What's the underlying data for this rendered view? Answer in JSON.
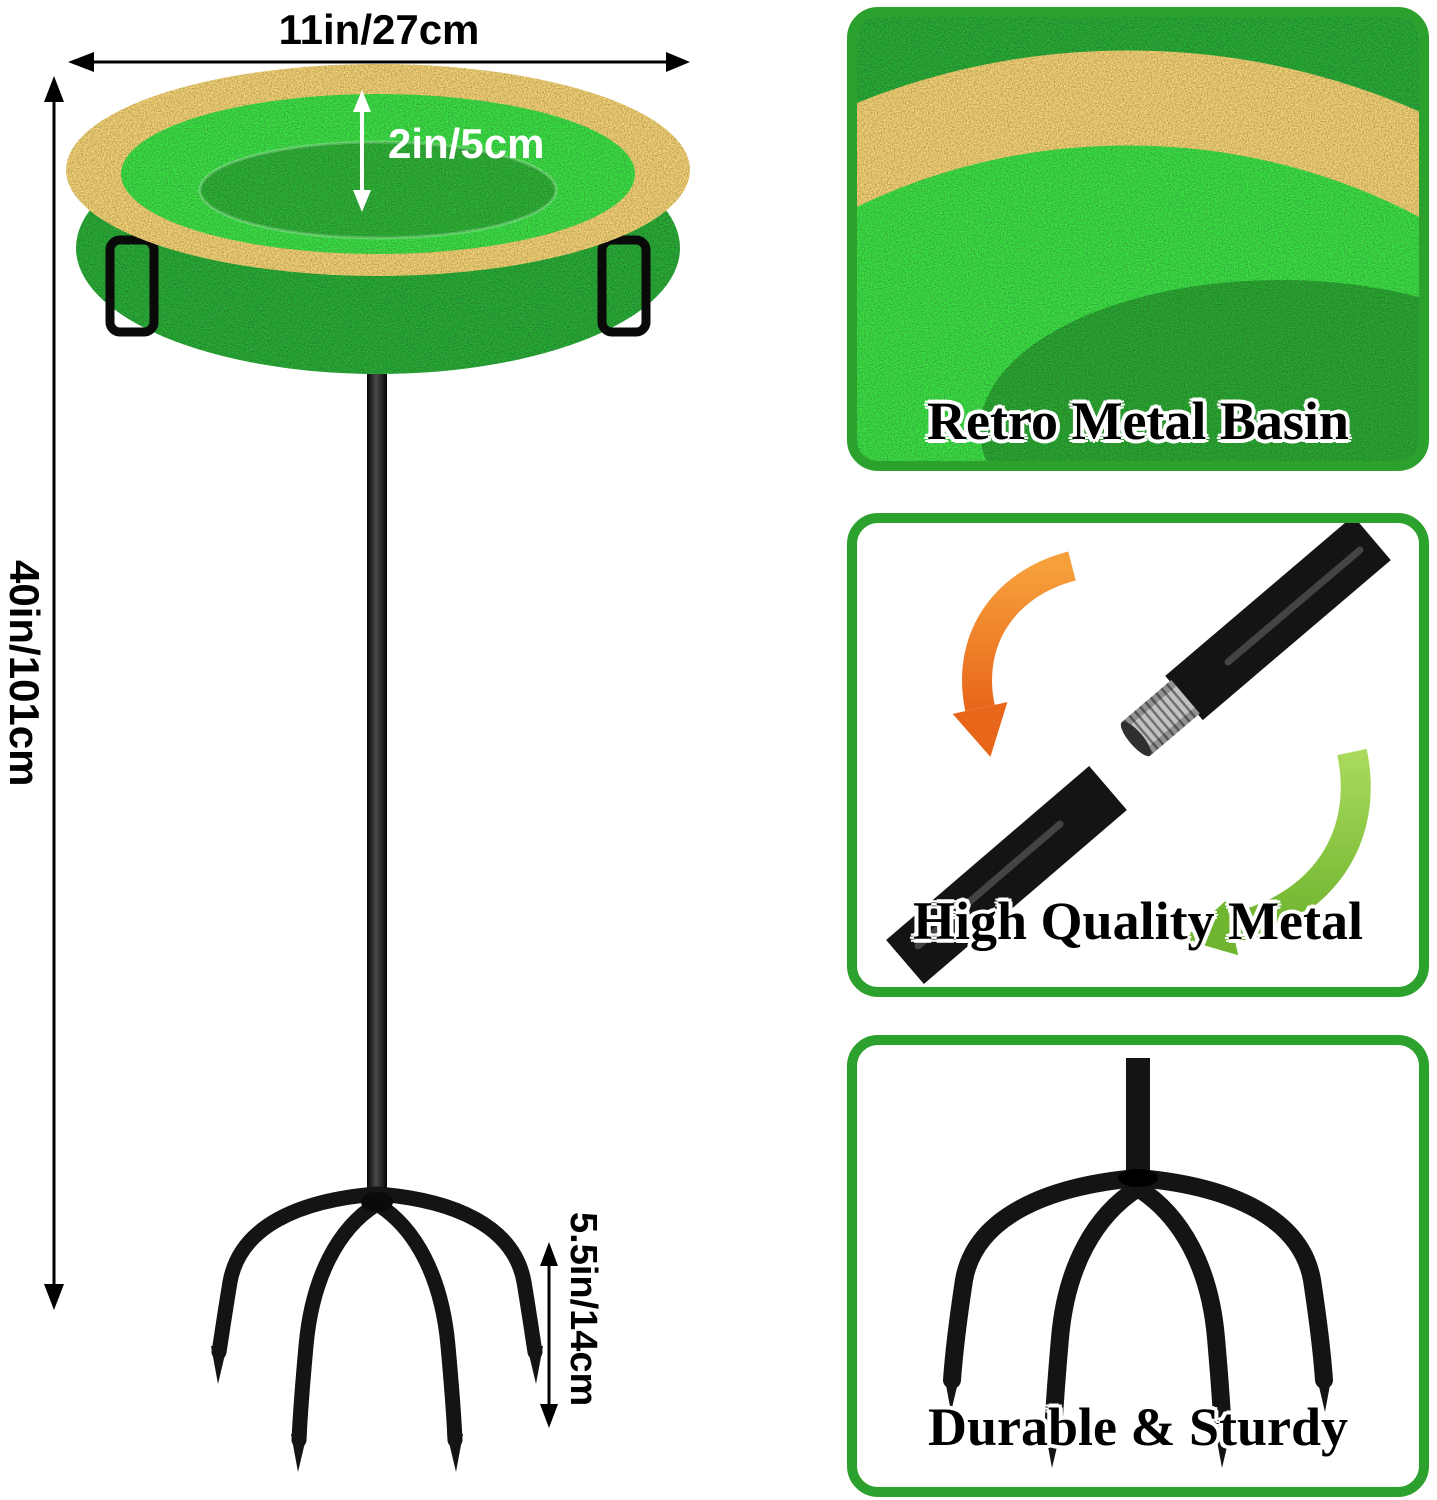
{
  "product": {
    "dimensions": {
      "basin_diameter": "11in/27cm",
      "basin_depth": "2in/5cm",
      "overall_height": "40in/101cm",
      "stake_length": "5.5in/14cm"
    },
    "features": [
      {
        "id": "basin",
        "label": "Retro Metal Basin"
      },
      {
        "id": "metal",
        "label": "High Quality Metal"
      },
      {
        "id": "stake",
        "label": "Durable & Sturdy"
      }
    ],
    "colors": {
      "basin_green": "#2f9e2f",
      "basin_dark_green": "#0e3a0e",
      "rim_gold": "#c9992b",
      "panel_frame_green": "#2da12d",
      "metal_black": "#141414",
      "rotation_arrow_orange": "#ef7d28",
      "rotation_arrow_green": "#8dc63f"
    }
  }
}
